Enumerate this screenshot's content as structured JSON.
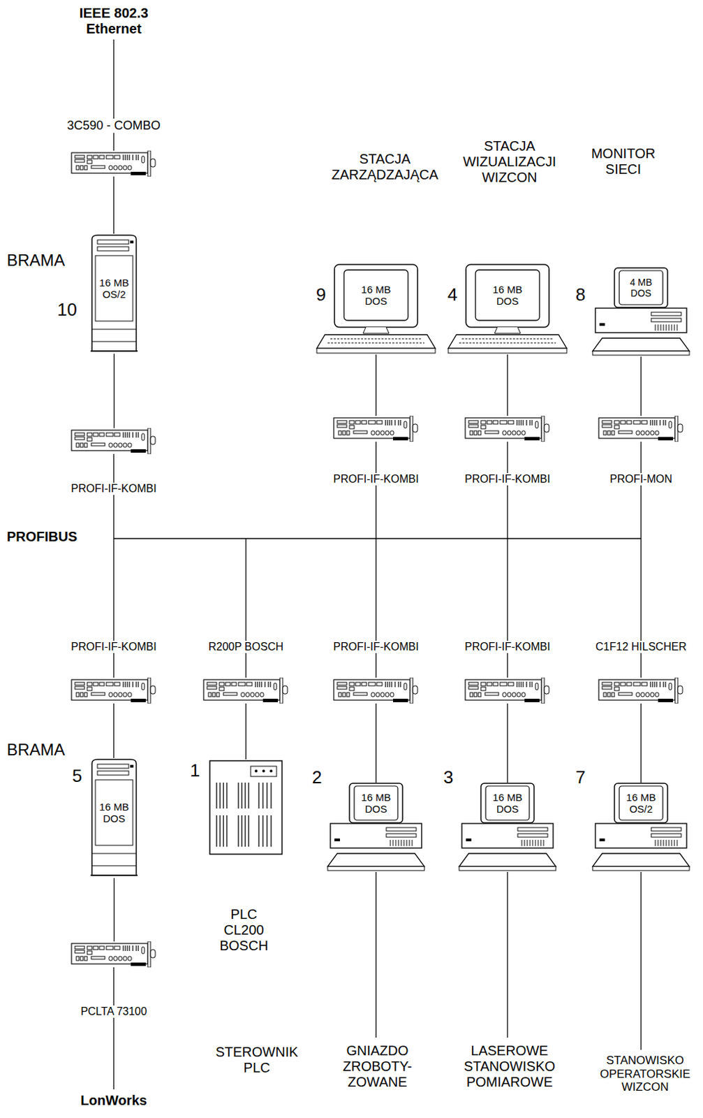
{
  "diagram": {
    "nodes": [
      {
        "text": [
          "3C590 - COMBO"
        ]
      },
      {
        "text": [
          "BRAMA",
          "10",
          "16 MB OS/2"
        ]
      },
      {
        "text": [
          "STACJA ZARZĄDZAJĄCA",
          "9",
          "16 MB DOS"
        ]
      },
      {
        "text": [
          "STACJA WIZUALIZACJI WIZCON",
          "4",
          "16 MB DOS"
        ]
      },
      {
        "text": [
          "MONITOR SIECI",
          "8",
          "4 MB DOS"
        ]
      },
      {
        "text": [
          "PROFI-IF-KOMBI"
        ]
      },
      {
        "text": [
          "PROFI-IF-KOMBI"
        ]
      },
      {
        "text": [
          "PROFI-IF-KOMBI"
        ]
      },
      {
        "text": [
          "PROFI-MON"
        ]
      },
      {
        "text": [
          "PROFI-IF-KOMBI"
        ]
      },
      {
        "text": [
          "R200P BOSCH"
        ]
      },
      {
        "text": [
          "PROFI-IF-KOMBI"
        ]
      },
      {
        "text": [
          "PROFI-IF-KOMBI"
        ]
      },
      {
        "text": [
          "C1F12 HILSCHER"
        ]
      },
      {
        "text": [
          "BRAMA",
          "5",
          "16 MB DOS"
        ]
      },
      {
        "text": [
          "1",
          "PLC CL200 BOSCH",
          "STEROWNIK PLC"
        ]
      },
      {
        "text": [
          "2",
          "16 MB DOS",
          "GNIAZDO ZROBOTY- ZOWANE"
        ]
      },
      {
        "text": [
          "3",
          "16 MB DOS",
          "LASEROWE STANOWISKO POMIAROWE"
        ]
      },
      {
        "text": [
          "7",
          "16 MB OS/2",
          "STANOWISKO OPERATORSKIE WIZCON"
        ]
      },
      {
        "text": [
          "PCLTA 73100"
        ]
      }
    ],
    "edges": [
      {
        "from": 0,
        "to": 1,
        "arrow": "none"
      },
      {
        "from": 1,
        "to": 5,
        "arrow": "none"
      },
      {
        "from": 2,
        "to": 6,
        "arrow": "none"
      },
      {
        "from": 3,
        "to": 7,
        "arrow": "none"
      },
      {
        "from": 4,
        "to": 8,
        "arrow": "none"
      },
      {
        "from": 5,
        "to": 9,
        "arrow": "none"
      },
      {
        "from": 6,
        "to": 11,
        "arrow": "none"
      },
      {
        "from": 7,
        "to": 12,
        "arrow": "none"
      },
      {
        "from": 8,
        "to": 13,
        "arrow": "none"
      },
      {
        "from": 9,
        "to": 14,
        "arrow": "none"
      },
      {
        "from": 10,
        "to": 15,
        "arrow": "none"
      },
      {
        "from": 11,
        "to": 16,
        "arrow": "none"
      },
      {
        "from": 12,
        "to": 17,
        "arrow": "none"
      },
      {
        "from": 13,
        "to": 18,
        "arrow": "none"
      },
      {
        "from": 14,
        "to": 19,
        "arrow": "none"
      }
    ],
    "labels": [
      "IEEE 802.3 Ethernet",
      "PROFIBUS",
      "LonWorks"
    ]
  }
}
